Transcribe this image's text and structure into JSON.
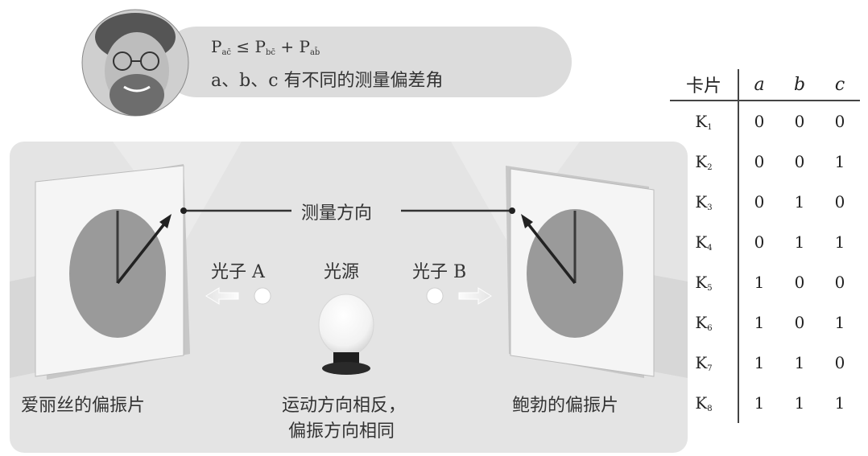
{
  "bubble": {
    "formula": {
      "lhs": "P",
      "lhs_sub": "ac̄",
      "op": "≤",
      "t1": "P",
      "t1_sub": "bc̄",
      "plus": "+",
      "t2": "P",
      "t2_sub": "ab̄"
    },
    "note": "a、b、c 有不同的测量偏差角"
  },
  "labels": {
    "measure_direction": "测量方向",
    "photon_a": "光子 A",
    "light_source": "光源",
    "photon_b": "光子 B",
    "alice_polarizer": "爱丽丝的偏振片",
    "bob_polarizer": "鲍勃的偏振片",
    "caption_line1": "运动方向相反，",
    "caption_line2": "偏振方向相同"
  },
  "table": {
    "headers": [
      "卡片",
      "a",
      "b",
      "c"
    ],
    "rows": [
      {
        "card": "K",
        "sub": "1",
        "vals": [
          "0",
          "0",
          "0"
        ]
      },
      {
        "card": "K",
        "sub": "2",
        "vals": [
          "0",
          "0",
          "1"
        ]
      },
      {
        "card": "K",
        "sub": "3",
        "vals": [
          "0",
          "1",
          "0"
        ]
      },
      {
        "card": "K",
        "sub": "4",
        "vals": [
          "0",
          "1",
          "1"
        ]
      },
      {
        "card": "K",
        "sub": "5",
        "vals": [
          "1",
          "0",
          "0"
        ]
      },
      {
        "card": "K",
        "sub": "6",
        "vals": [
          "1",
          "0",
          "1"
        ]
      },
      {
        "card": "K",
        "sub": "7",
        "vals": [
          "1",
          "1",
          "0"
        ]
      },
      {
        "card": "K",
        "sub": "8",
        "vals": [
          "1",
          "1",
          "1"
        ]
      }
    ]
  },
  "colors": {
    "panel": "#e4e4e4",
    "bubble": "#dcdcdc",
    "disk": "#9a9a9a",
    "frame": "#f4f4f4",
    "line": "#333333"
  }
}
